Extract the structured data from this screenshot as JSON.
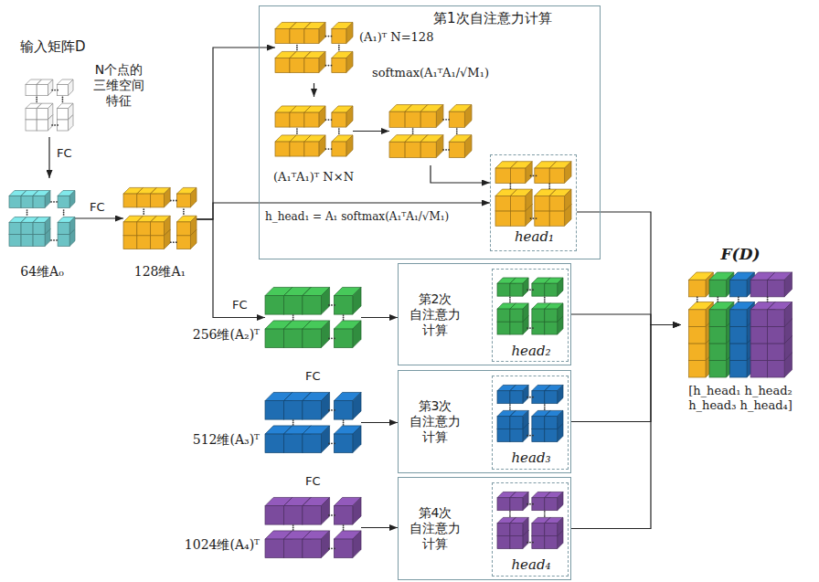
{
  "diagram": {
    "nodes": [
      {
        "text": [
          "输入矩阵D",
          "N个点的 三维空间 特征"
        ]
      },
      {
        "text": [
          "64维A₀"
        ]
      },
      {
        "text": [
          "128维A₁"
        ]
      },
      {
        "text": [
          "第1次自注意力计算"
        ]
      },
      {
        "text": [
          "(A₁)ᵀ N=128"
        ],
        "in": 3
      },
      {
        "text": [
          "(A₁ᵀA₁)ᵀ N×N"
        ],
        "in": 3
      },
      {
        "text": [
          "softmax(A₁ᵀA₁/√M₁)"
        ],
        "in": 3
      },
      {
        "text": [
          "head₁"
        ],
        "in": 3
      },
      {
        "text": [
          "256维(A₂)ᵀ"
        ]
      },
      {
        "text": [
          "第2次 自注意力 计算"
        ]
      },
      {
        "text": [
          "head₂"
        ],
        "in": 9
      },
      {
        "text": [
          "512维(A₃)ᵀ"
        ]
      },
      {
        "text": [
          "第3次 自注意力 计算"
        ]
      },
      {
        "text": [
          "head₃"
        ],
        "in": 12
      },
      {
        "text": [
          "1024维(A₄)ᵀ"
        ]
      },
      {
        "text": [
          "第4次 自注意力 计算"
        ]
      },
      {
        "text": [
          "head₄"
        ],
        "in": 15
      },
      {
        "text": [
          "F(D)",
          "[h_head₁ h_head₂ h_head₃ h_head₄]"
        ]
      }
    ],
    "edges": [
      {
        "from": 0,
        "to": 1,
        "label": "FC",
        "arrow": "to"
      },
      {
        "from": 1,
        "to": 2,
        "label": "FC",
        "arrow": "to"
      },
      {
        "from": 2,
        "to": 4,
        "arrow": "to"
      },
      {
        "from": 4,
        "to": 5,
        "arrow": "to"
      },
      {
        "from": 5,
        "to": 6,
        "arrow": "to"
      },
      {
        "from": 2,
        "to": 7,
        "arrow": "to"
      },
      {
        "from": 6,
        "to": 7,
        "arrow": "to"
      },
      {
        "from": 2,
        "to": 8,
        "label": "FC",
        "arrow": "to"
      },
      {
        "from": 8,
        "to": 9,
        "arrow": "to"
      },
      {
        "from": 11,
        "to": 12,
        "arrow": "to"
      },
      {
        "from": 14,
        "to": 15,
        "arrow": "to"
      },
      {
        "from": 7,
        "to": 17,
        "arrow": "to"
      },
      {
        "from": 9,
        "to": 17,
        "arrow": "to"
      },
      {
        "from": 12,
        "to": 17,
        "arrow": "to"
      },
      {
        "from": 15,
        "to": 17,
        "arrow": "to"
      }
    ],
    "labels": [
      "h_head₁ = A₁ softmax(A₁ᵀA₁/√M₁)",
      "FC",
      "FC"
    ]
  }
}
